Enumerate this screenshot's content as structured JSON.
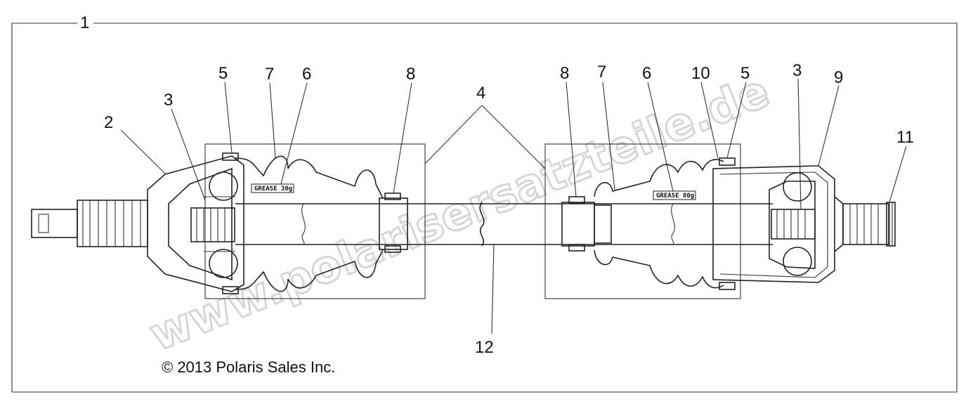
{
  "callouts": {
    "c1": "1",
    "c2": "2",
    "c3a": "3",
    "c5a": "5",
    "c7a": "7",
    "c6a": "6",
    "c8a": "8",
    "c4": "4",
    "c8b": "8",
    "c7b": "7",
    "c6b": "6",
    "c10": "10",
    "c5b": "5",
    "c3b": "3",
    "c9": "9",
    "c11": "11",
    "c12": "12"
  },
  "grease_labels": {
    "left": "GREASE 30g",
    "right": "GREASE 80g"
  },
  "copyright": "© 2013 Polaris Sales Inc.",
  "watermark": "www.polarisersatzteile.de",
  "colors": {
    "line": "#222222",
    "background": "#ffffff",
    "watermark_outline": "#c9c9c9"
  }
}
